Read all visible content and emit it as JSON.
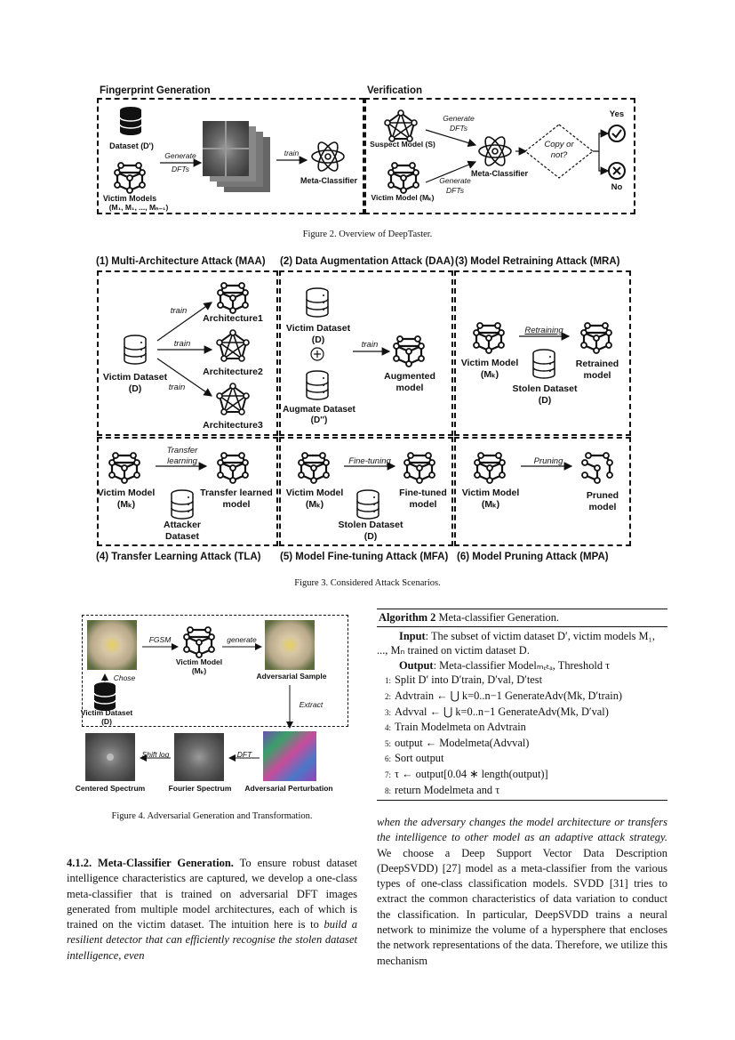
{
  "fig2": {
    "title_left": "Fingerprint Generation",
    "title_right": "Verification",
    "dataset": "Dataset (D')",
    "victim_models": "Victim Models",
    "victim_models_sub": "(M₁, M₁, ..., Mₙ₋₁)",
    "generate": "Generate",
    "dfts": "DFTs",
    "train": "train",
    "meta_classifier": "Meta-Classifier",
    "suspect_model": "Suspect Model (S)",
    "victim_model_mk": "Victim Model (Mₖ)",
    "generate2": "Generate",
    "dfts2": "DFTs",
    "generate3": "Generate",
    "dfts3": "DFTs",
    "meta_classifier2": "Meta-Classifier",
    "copy_q": "Copy or not?",
    "yes": "Yes",
    "no": "No",
    "caption": "Figure 2. Overview of DeepTaster."
  },
  "fig3": {
    "t1": "(1) Multi-Architecture Attack (MAA)",
    "t2": "(2) Data Augmentation Attack (DAA)",
    "t3": "(3) Model Retraining Attack (MRA)",
    "t4": "(4) Transfer Learning Attack (TLA)",
    "t5": "(5) Model Fine-tuning Attack (MFA)",
    "t6": "(6) Model Pruning Attack (MPA)",
    "arch1": "Architecture1",
    "arch2": "Architecture2",
    "arch3": "Architecture3",
    "train": "train",
    "victim_dataset": "Victim Dataset (D)",
    "victim_dataset2": "Victim Dataset (D)",
    "augmate": "Augmate Dataset (D'')",
    "augmented_model": "Augmented model",
    "victim_model": "Victim Model (Mₖ)",
    "retraining": "Retraining",
    "retrained_model": "Retrained model",
    "stolen_dataset": "Stolen Dataset (D)",
    "transfer_learning": "Transfer learning",
    "transfer_learned_model": "Transfer learned model",
    "attacker_dataset": "Attacker Dataset",
    "fine_tuning": "Fine-tuning",
    "fine_tuned_model": "Fine-tuned model",
    "pruning": "Pruning",
    "pruned_model": "Pruned model",
    "caption": "Figure 3. Considered Attack Scenarios."
  },
  "fig4": {
    "fgsm": "FGSM",
    "generate": "generate",
    "victim_model": "Victim Model (Mₖ)",
    "adv_sample": "Adversarial Sample",
    "chose": "Chose",
    "victim_dataset": "Victim Dataset (D)",
    "extract": "Extract",
    "dft": "DFT",
    "shift_log": "Shift log",
    "centered": "Centered Spectrum",
    "fourier": "Fourier Spectrum",
    "adv_perturb": "Adversarial Perturbation",
    "caption": "Figure 4. Adversarial Generation and Transformation."
  },
  "algorithm": {
    "title_bold": "Algorithm 2",
    "title": "Meta-classifier Generation.",
    "input_bold": "Input",
    "input": ": The subset of victim dataset D′, victim models M₁, ..., Mₙ trained on victim dataset D.",
    "output_bold": "Output",
    "output": ": Meta-classifier Modelₘₑₜₐ, Threshold τ",
    "lines": [
      "Split D′ into D′train, D′val, D′test",
      "Advtrain ← ⋃ k=0..n−1 GenerateAdv(Mk, D′train)",
      "Advval ← ⋃ k=0..n−1 GenerateAdv(Mk, D′val)",
      "Train Modelmeta on Advtrain",
      "output ← Modelmeta(Advval)",
      "Sort output",
      "τ ← output[0.04 ∗ length(output)]",
      "return Modelmeta and τ"
    ]
  },
  "text": {
    "heading": "4.1.2. Meta-Classifier Generation.",
    "left_para": "To ensure robust dataset intelligence characteristics are captured, we develop a one-class meta-classifier that is trained on adversarial DFT images generated from multiple model architectures, each of which is trained on the victim dataset. The intuition here is to",
    "left_italic": "build a resilient detector that can efficiently recognise the stolen dataset intelligence, even",
    "right_italic": "when the adversary changes the model architecture or transfers the intelligence to other model as an adaptive attack strategy.",
    "right_para": "We choose a Deep Support Vector Data Description (DeepSVDD) [27] model as a meta-classifier from the various types of one-class classification models. SVDD [31] tries to extract the common characteristics of data variation to conduct the classification. In particular, DeepSVDD trains a neural network to minimize the volume of a hypersphere that encloses the network representations of the data. Therefore, we utilize this mechanism"
  }
}
